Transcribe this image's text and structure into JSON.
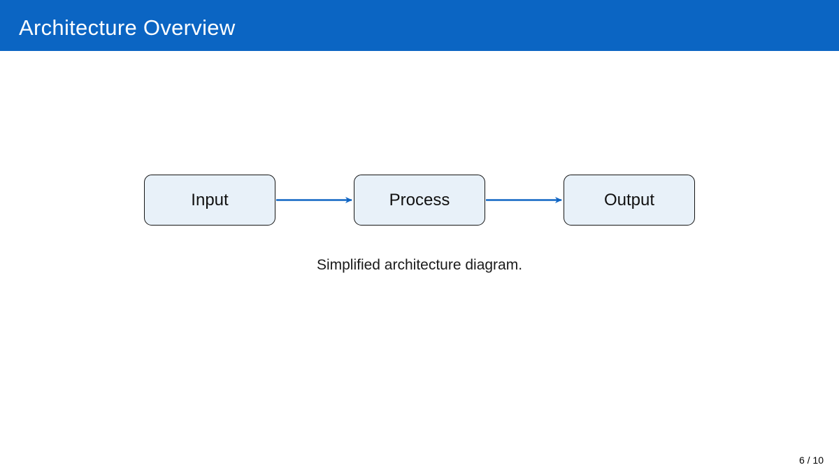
{
  "slide": {
    "title": "Architecture Overview",
    "page_number": "6 / 10"
  },
  "diagram": {
    "type": "flowchart",
    "nodes": [
      {
        "id": "input",
        "label": "Input"
      },
      {
        "id": "process",
        "label": "Process"
      },
      {
        "id": "output",
        "label": "Output"
      }
    ],
    "edges": [
      {
        "from": "input",
        "to": "process"
      },
      {
        "from": "process",
        "to": "output"
      }
    ],
    "caption": "Simplified architecture diagram."
  },
  "colors": {
    "header_bg": "#0b65c3",
    "header_text": "#ffffff",
    "node_fill": "#e8f1f9",
    "node_border": "#151515",
    "arrow": "#1166c4",
    "body_text": "#1a1a1a"
  }
}
